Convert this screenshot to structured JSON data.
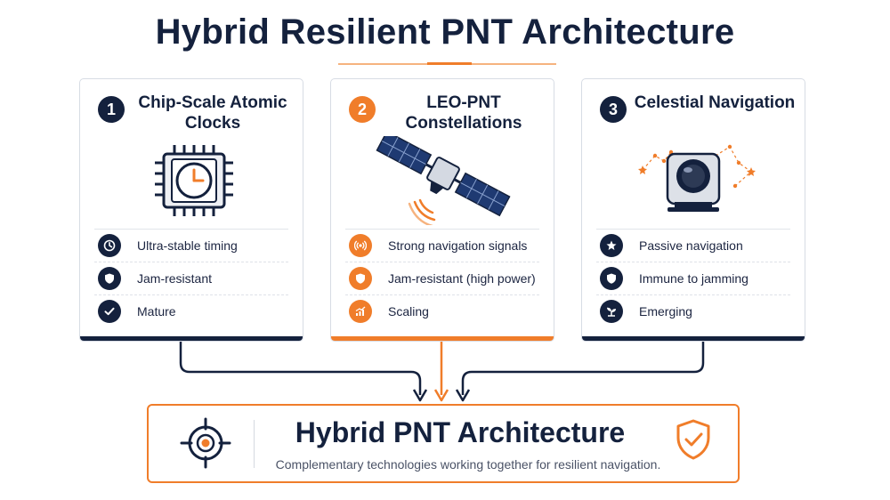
{
  "title": "Hybrid Resilient PNT Architecture",
  "colors": {
    "navy": "#14213d",
    "orange": "#f07d2a",
    "lightOrange": "#f6b37f"
  },
  "cards": [
    {
      "number": "1",
      "title": "Chip-Scale Atomic Clocks",
      "icon": "atomic-clock-chip-icon",
      "features": [
        {
          "icon": "clock-icon",
          "text": "Ultra-stable timing"
        },
        {
          "icon": "shield-icon",
          "text": "Jam-resistant"
        },
        {
          "icon": "checkmark-icon",
          "text": "Mature"
        }
      ]
    },
    {
      "number": "2",
      "title": "LEO-PNT Constellations",
      "icon": "satellite-icon",
      "features": [
        {
          "icon": "signal-icon",
          "text": "Strong navigation signals"
        },
        {
          "icon": "shield-icon",
          "text": "Jam-resistant (high power)"
        },
        {
          "icon": "growth-chart-icon",
          "text": "Scaling"
        }
      ]
    },
    {
      "number": "3",
      "title": "Celestial Navigation",
      "icon": "star-tracker-icon",
      "features": [
        {
          "icon": "star-icon",
          "text": "Passive navigation"
        },
        {
          "icon": "shield-icon",
          "text": "Immune to jamming"
        },
        {
          "icon": "sprout-icon",
          "text": "Emerging"
        }
      ]
    }
  ],
  "hybrid": {
    "title": "Hybrid PNT Architecture",
    "subtitle": "Complementary technologies working together for resilient navigation.",
    "left_icon": "target-crosshair-icon",
    "right_icon": "shield-check-icon"
  }
}
